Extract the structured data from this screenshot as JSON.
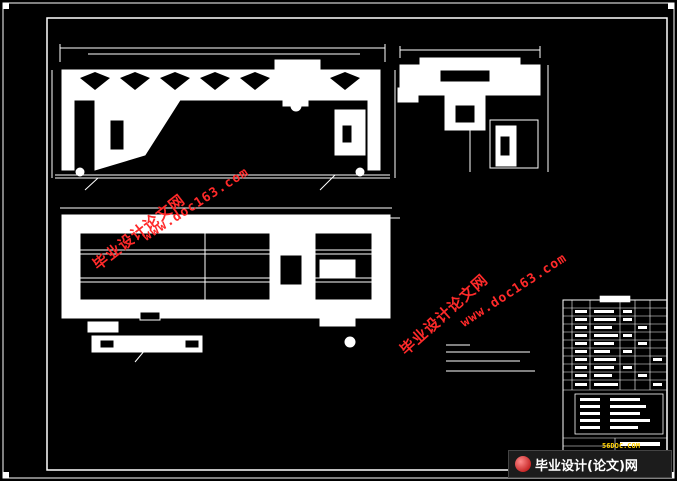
{
  "drawing": {
    "background": "#000000",
    "line_color": "#ffffff",
    "watermark_color": "#ff2a2a",
    "footer_accent": "#ffd000"
  },
  "watermarks": [
    {
      "text": "毕业设计论文网"
    },
    {
      "text": "www.doc163.com"
    },
    {
      "text": "毕业设计论文网"
    },
    {
      "text": "www.doc163.com"
    }
  ],
  "footer": {
    "logo_text": "毕业设计(论文)网",
    "site_tag": "56DOC.COM",
    "icon": "globe-icon"
  }
}
